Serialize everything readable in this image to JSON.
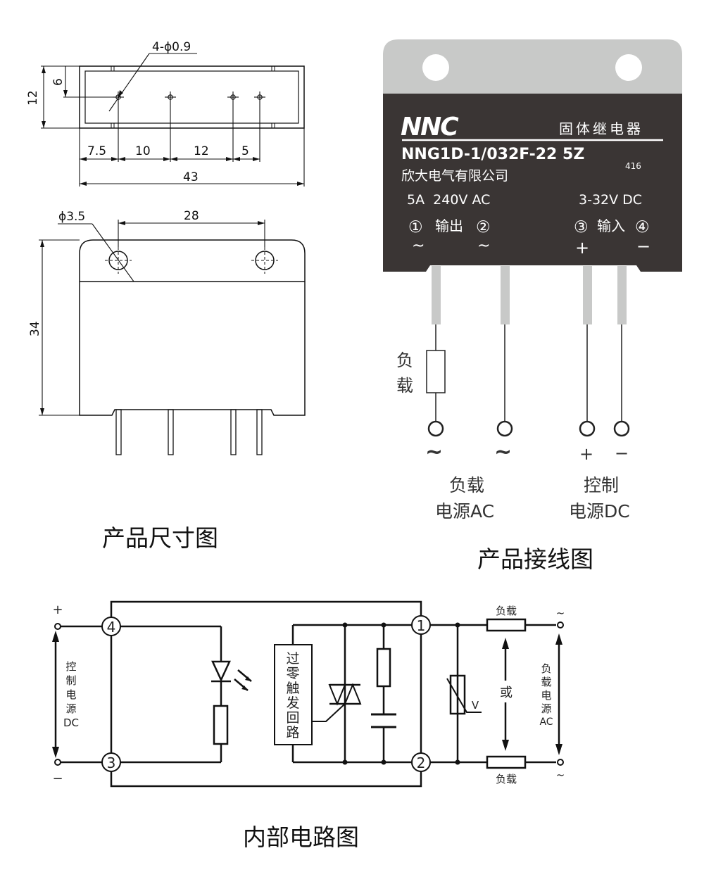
{
  "dimension_drawing": {
    "title": "产品尺寸图",
    "top_view": {
      "hole_spec": "4-ϕ0.9",
      "height": "12",
      "pin_offset": "6",
      "spacings": [
        "7.5",
        "10",
        "12",
        "5"
      ],
      "width": "43"
    },
    "front_view": {
      "mount_hole": "ϕ3.5",
      "hole_spacing": "28",
      "height": "34"
    }
  },
  "wiring_diagram": {
    "title": "产品接线图",
    "relay": {
      "brand": "NNC",
      "type_cn": "固体继电器",
      "model": "NNG1D-1/032F-22 5Z",
      "batch": "416",
      "maker": "欣大电气有限公司",
      "output_rating": "5A  240V AC",
      "input_rating": "3-32V DC",
      "pin1": "①",
      "output_label": "输出",
      "pin2": "②",
      "pin3": "③",
      "input_label": "输入",
      "pin4": "④",
      "sym1": "~",
      "sym2": "~",
      "sym3": "+",
      "sym4": "−"
    },
    "load_label": [
      "负",
      "载"
    ],
    "terminal_syms": [
      "~",
      "~",
      "+",
      "−"
    ],
    "ac_label": [
      "负载",
      "电源AC"
    ],
    "dc_label": [
      "控制",
      "电源DC"
    ]
  },
  "circuit_diagram": {
    "title": "内部电路图",
    "pins": [
      "4",
      "3",
      "1",
      "2"
    ],
    "plus": "+",
    "minus": "−",
    "control_label": [
      "控",
      "制",
      "电",
      "源",
      "DC"
    ],
    "zero_cross_label": [
      "过",
      "零",
      "触",
      "发",
      "回",
      "路"
    ],
    "varistor": "V",
    "load_top": "负载",
    "load_bottom": "负载",
    "or_label": "或",
    "tilde_top": "~",
    "tilde_bottom": "~",
    "ac_label": [
      "负",
      "载",
      "电",
      "源",
      "AC"
    ]
  },
  "colors": {
    "relay_body": "#3a3534",
    "relay_tab": "#c8c9c8",
    "line": "#111111"
  }
}
